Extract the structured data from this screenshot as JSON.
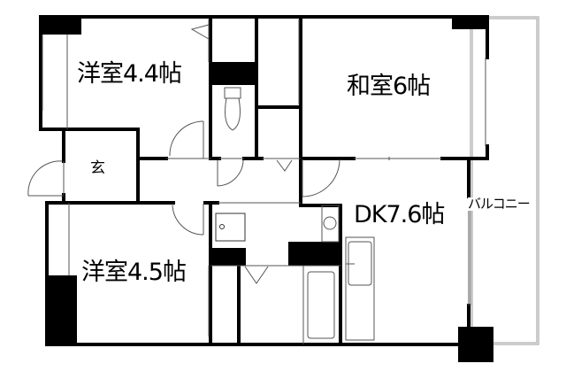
{
  "floor_plan": {
    "rooms": [
      {
        "id": "western-room-1",
        "label": "洋室4.4帖"
      },
      {
        "id": "japanese-room",
        "label": "和室6帖"
      },
      {
        "id": "entrance",
        "label": "玄"
      },
      {
        "id": "dining-kitchen",
        "label": "DK7.6帖"
      },
      {
        "id": "western-room-2",
        "label": "洋室4.5帖"
      },
      {
        "id": "balcony",
        "label": "バルコニー"
      }
    ],
    "colors": {
      "wall": "#000000",
      "thin_line": "#808080",
      "background": "#ffffff"
    }
  }
}
